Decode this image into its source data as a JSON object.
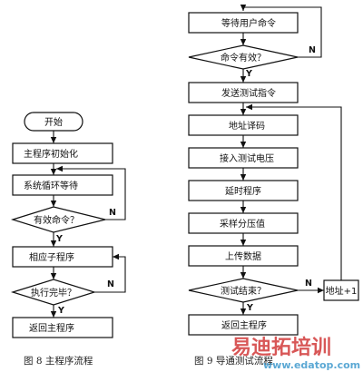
{
  "left_flow": {
    "start": "开始",
    "init": "主程序初始化",
    "wait_loop": "系统循环等待",
    "valid_cmd": "有效命令？",
    "subroutine": "相应子程序",
    "exec_done": "执行完毕？",
    "return_main": "返回主程序",
    "label_yes_1": "Y",
    "label_no_1": "N",
    "label_yes_2": "Y",
    "label_no_2": "N"
  },
  "right_flow": {
    "wait_user": "等待用户命令",
    "cmd_valid": "命令有效？",
    "send_cmd": "发送测试指令",
    "addr_decode": "地址译码",
    "apply_voltage": "接入测试电压",
    "delay": "延时程序",
    "sample": "采样分压值",
    "upload": "上传数据",
    "test_end": "测试结束？",
    "return_main": "返回主程序",
    "addr_plus": "地址+1",
    "label_yes_1": "Y",
    "label_no_1": "N",
    "label_yes_2": "Y",
    "label_no_2": "N"
  },
  "captions": {
    "fig_left": "图 8    主程序流程",
    "fig_right": "图 9  导通测试流程"
  },
  "watermark": {
    "cn": "易迪拓培训",
    "url": "www.edatop.com"
  },
  "colors": {
    "watermark_red": "#d23a3a",
    "watermark_green": "#3aa04a",
    "watermark_url": "#4a9fd0"
  }
}
